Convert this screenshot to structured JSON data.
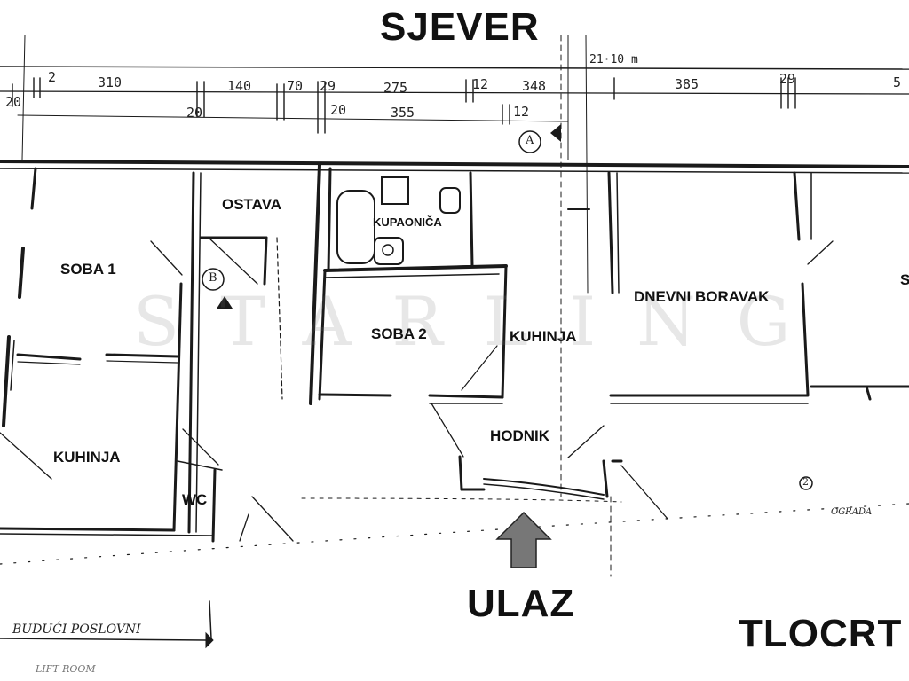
{
  "compass": {
    "north_label": "SJEVER"
  },
  "entrance": {
    "label": "ULAZ",
    "arrow_color": "#777777"
  },
  "plan_title": "TLOCRT",
  "watermark": "STARLING",
  "rooms": {
    "soba1": "SOBA 1",
    "ostava": "OSTAVA",
    "kupaonica": "KUPAONIČA",
    "soba2": "SOBA 2",
    "kuhinja_center": "KUHINJA",
    "dnevni_boravak": "DNEVNI BORAVAK",
    "kuhinja_left": "KUHINJA",
    "wc": "WC",
    "hodnik": "HODNIK",
    "partial_right": "S"
  },
  "dimensions": {
    "d20": "20",
    "d2": "2",
    "d310": "310",
    "d140": "140",
    "d70": "70",
    "d20b": "20",
    "d29": "29",
    "d20c": "20",
    "d275": "275",
    "d355": "355",
    "d12": "12",
    "d12b": "12",
    "d348": "348",
    "total": "21·10 m",
    "d385": "385",
    "d29b": "29",
    "d5": "5"
  },
  "markers": {
    "section_a": "A",
    "section_b": "B",
    "point_2": "2"
  },
  "handwritten": {
    "future": "BUDUĆI POSLOVNI",
    "ograda": "OGRADA",
    "bottom_note": "LIFT ROOM"
  }
}
